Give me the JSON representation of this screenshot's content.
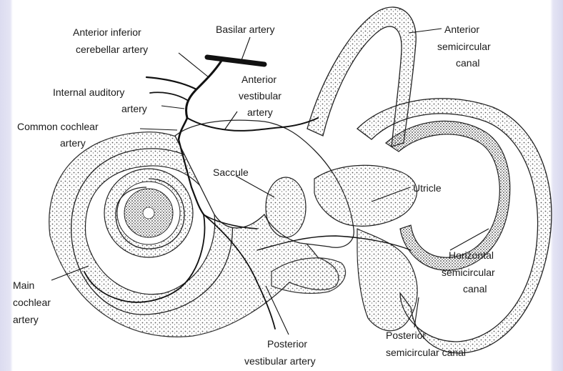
{
  "labels": {
    "anterior_inferior_cerebellar_artery": [
      "Anterior inferior",
      "cerebellar artery"
    ],
    "basilar_artery": [
      "Basilar artery"
    ],
    "anterior_semicircular_canal": [
      "Anterior",
      "semicircular",
      "canal"
    ],
    "internal_auditory_artery": [
      "Internal auditory",
      "artery"
    ],
    "anterior_vestibular_artery": [
      "Anterior",
      "vestibular",
      "artery"
    ],
    "common_cochlear_artery": [
      "Common cochlear",
      "artery"
    ],
    "saccule": [
      "Saccule"
    ],
    "utricle": [
      "Utricle"
    ],
    "horizontal_semicircular_canal": [
      "Horizontal",
      "semicircular",
      "canal"
    ],
    "main_cochlear_artery": [
      "Main",
      "cochlear",
      "artery"
    ],
    "posterior_vestibular_artery": [
      "Posterior",
      "vestibular artery"
    ],
    "posterior_semicircular_canal": [
      "Posterior",
      "semicircular canal"
    ]
  },
  "colors": {
    "ink": "#1a1a1a",
    "tissue_shading": "#6b6b6b",
    "page_edge": "#dcdcf0"
  }
}
